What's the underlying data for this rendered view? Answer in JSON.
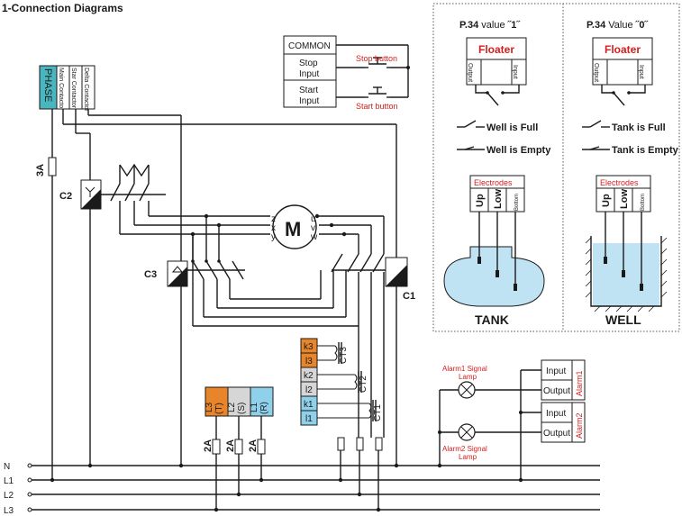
{
  "title": "1-Connection Diagrams",
  "colors": {
    "phase_fill": "#49b6bf",
    "orange": "#e8852a",
    "gray": "#d6d6d6",
    "blue": "#8fd0ea",
    "water": "#bfe3f3",
    "red": "#d21e1e",
    "line": "#1a1a1a"
  },
  "controller": {
    "phase": "PHASE",
    "terminals": [
      "Main Contactor",
      "Star Contactor",
      "Delta Contactor"
    ]
  },
  "buttons": {
    "common": "COMMON",
    "stop_input": [
      "Stop",
      "Input"
    ],
    "start_input": [
      "Start",
      "Input"
    ],
    "stop_label": "Stop button",
    "start_label": "Start button"
  },
  "fuses": {
    "main": "3A",
    "phase": [
      "2A",
      "2A",
      "2A"
    ]
  },
  "contactors": {
    "c1": "C1",
    "c2": "C2",
    "c3": "C3"
  },
  "motor": {
    "label": "M",
    "left_terminals": [
      "z",
      "x",
      "y"
    ],
    "right_terminals": [
      "u",
      "v",
      "w"
    ]
  },
  "ct_block": {
    "terminals": [
      "k3",
      "l3",
      "k2",
      "l2",
      "k1",
      "l1"
    ],
    "transformers": [
      "CT3",
      "CT2",
      "CT1"
    ]
  },
  "phase_block": [
    {
      "top": "L3",
      "bottom": "(T)"
    },
    {
      "top": "L2",
      "bottom": "(S)"
    },
    {
      "top": "L1",
      "bottom": "(R)"
    }
  ],
  "alarms": {
    "alarm1": {
      "input": "Input",
      "output": "Output",
      "name": "Alarm1",
      "lamp": [
        "Alarm1 Signal",
        "Lamp"
      ]
    },
    "alarm2": {
      "input": "Input",
      "output": "Output",
      "name": "Alarm2",
      "lamp": [
        "Alarm2 Signal",
        "Lamp"
      ]
    }
  },
  "bus": [
    "N",
    "L1",
    "L2",
    "L3"
  ],
  "panel_left": {
    "header_param": "P.34",
    "header_text": " value ",
    "header_value": "˝1˝",
    "floater": "Floater",
    "output": "Output",
    "input": "Input",
    "state_full": "Well is Full",
    "state_empty": "Well is Empty",
    "electrodes": "Electrodes",
    "electrode_cols": [
      "Up",
      "Low",
      "Bottom"
    ],
    "vessel": "TANK"
  },
  "panel_right": {
    "header_param": "P.34",
    "header_text": " Value ",
    "header_value": "˝0˝",
    "floater": "Floater",
    "output": "Output",
    "input": "Input",
    "state_full": "Tank is Full",
    "state_empty": "Tank is Empty",
    "electrodes": "Electrodes",
    "electrode_cols": [
      "Up",
      "Low",
      "Bottom"
    ],
    "vessel": "WELL"
  }
}
